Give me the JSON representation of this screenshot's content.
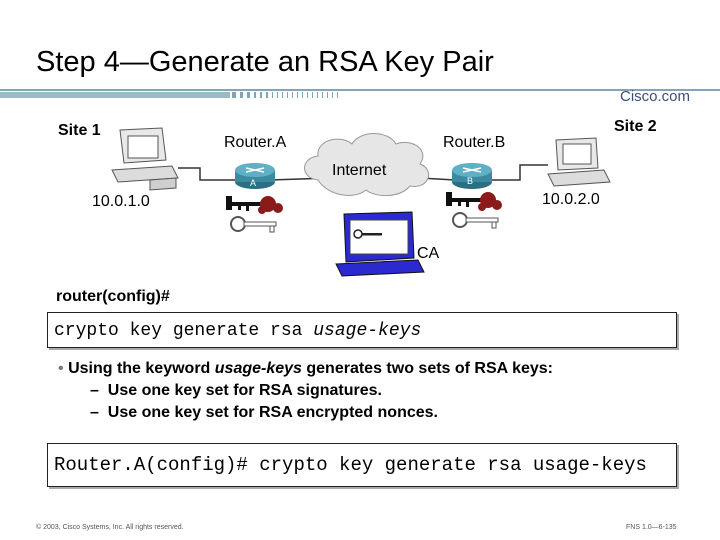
{
  "slide": {
    "title": "Step 4—Generate an RSA Key Pair",
    "brand": "Cisco.com"
  },
  "diagram": {
    "site1": "Site 1",
    "site2": "Site 2",
    "router_a": "Router.A",
    "router_b": "Router.B",
    "router_a_badge": "A",
    "router_b_badge": "B",
    "internet": "Internet",
    "net1": "10.0.1.0",
    "net2": "10.0.2.0",
    "ca": "CA"
  },
  "config": {
    "prompt": "router(config)#",
    "command_prefix": "crypto key generate rsa ",
    "command_keyword": "usage-keys"
  },
  "bullets": {
    "main_prefix": "Using the keyword ",
    "main_keyword": "usage-keys",
    "main_suffix": " generates two sets of RSA keys:",
    "sub": [
      "Use one key set for RSA signatures.",
      "Use one key set for RSA encrypted nonces."
    ],
    "dash": "–"
  },
  "example": {
    "command": "Router.A(config)# crypto key generate rsa usage-keys"
  },
  "footer": {
    "copyright": "© 2003, Cisco Systems, Inc. All rights reserved.",
    "page": "FNS 1.0—6-135"
  },
  "colors": {
    "title_bar": "#7fa6b8",
    "brand": "#3a4f7a",
    "router": "#3b8aa0",
    "monitor": "#2a2ad0"
  }
}
